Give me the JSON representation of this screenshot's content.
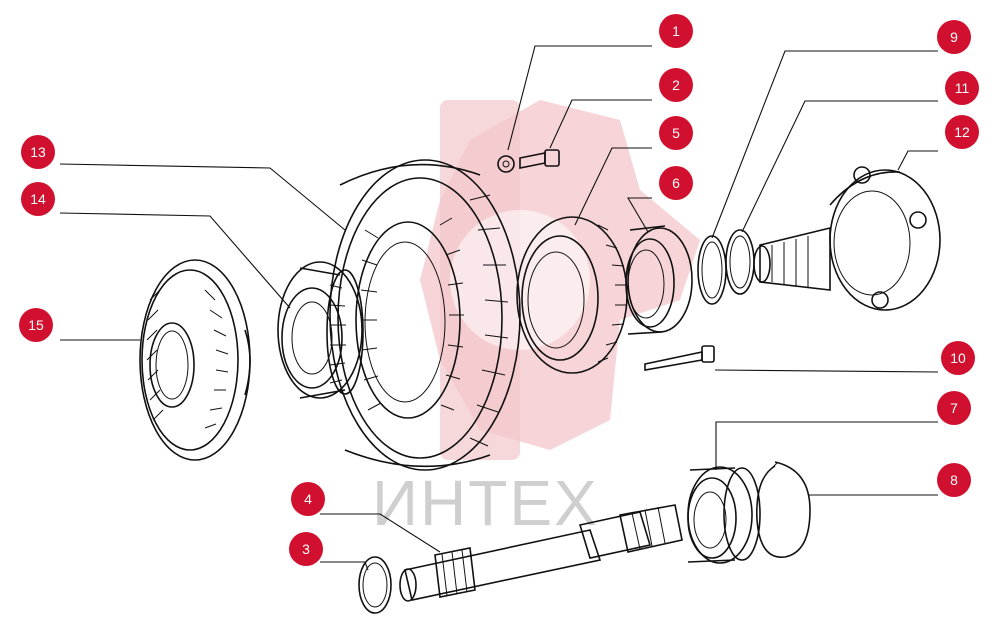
{
  "watermark": {
    "text": "ИНТЕХ",
    "color": "#cfcfcf",
    "logo_color": "#f3c7cb"
  },
  "callout_color": "#d0102e",
  "callouts": [
    {
      "id": "1",
      "label": "1"
    },
    {
      "id": "2",
      "label": "2"
    },
    {
      "id": "3",
      "label": "3"
    },
    {
      "id": "4",
      "label": "4"
    },
    {
      "id": "5",
      "label": "5"
    },
    {
      "id": "6",
      "label": "6"
    },
    {
      "id": "7",
      "label": "7"
    },
    {
      "id": "8",
      "label": "8"
    },
    {
      "id": "9",
      "label": "9"
    },
    {
      "id": "10",
      "label": "10"
    },
    {
      "id": "11",
      "label": "11"
    },
    {
      "id": "12",
      "label": "12"
    },
    {
      "id": "13",
      "label": "13"
    },
    {
      "id": "14",
      "label": "14"
    },
    {
      "id": "15",
      "label": "15"
    }
  ]
}
